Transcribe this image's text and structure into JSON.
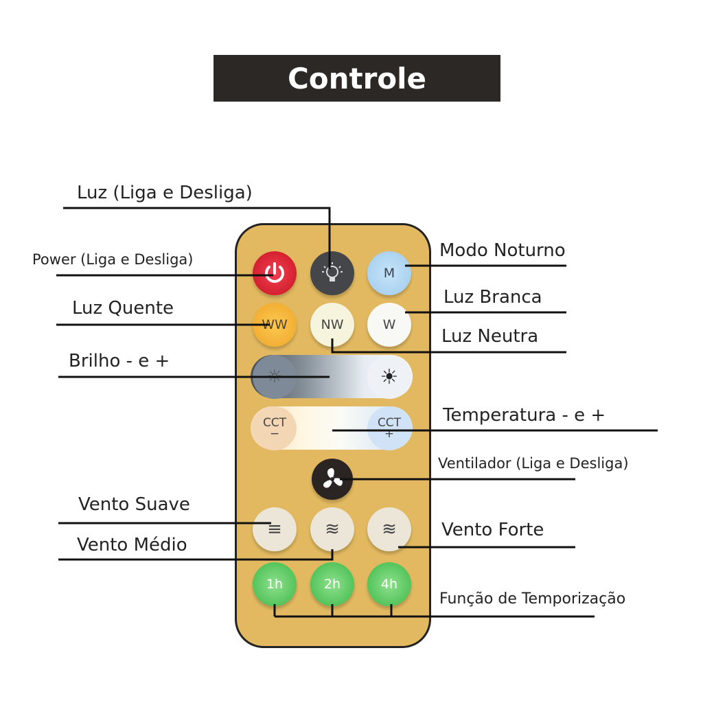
{
  "title": "Controle",
  "labels": {
    "light_toggle": "Luz  (Liga e  Desliga)",
    "power": "Power (Liga e  Desliga)",
    "night_mode": "Modo Noturno",
    "white_light": "Luz  Branca",
    "warm_light": "Luz  Quente",
    "neutral_light": "Luz  Neutra",
    "brightness": "Brilho - e  +",
    "temperature": "Temperatura - e  +",
    "fan": "Ventilador  (Liga e  Desliga)",
    "wind_soft": "Vento Suave",
    "wind_medium": "Vento Médio",
    "wind_strong": "Vento Forte",
    "timer": "Função de Temporização"
  },
  "buttons": {
    "m": "M",
    "ww": "WW",
    "nw": "NW",
    "w": "W",
    "cct": "CCT",
    "minus": "−",
    "plus": "+",
    "t1": "1h",
    "t2": "2h",
    "t4": "4h"
  }
}
